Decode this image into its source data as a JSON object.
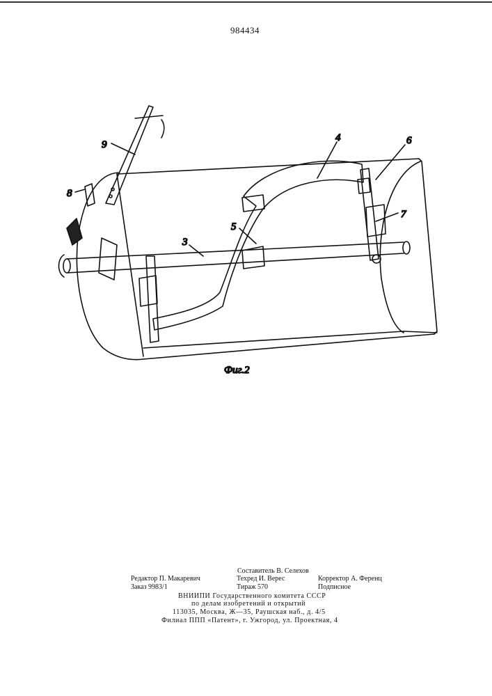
{
  "patent_number": "984434",
  "figure": {
    "caption": "Фиг.2",
    "callouts": [
      "9",
      "8",
      "4",
      "6",
      "7",
      "5",
      "3"
    ]
  },
  "imprint": {
    "compiler": "Составитель В. Селехов",
    "editor": "Редактор П. Макаревич",
    "techred": "Техред И. Верес",
    "corrector": "Корректор А. Ференц",
    "order": "Заказ 9983/1",
    "circulation": "Тираж 570",
    "subscription": "Подписное",
    "org_line1": "ВНИИПИ Государственного комитета СССР",
    "org_line2": "по делам изобретений и открытий",
    "address": "113035, Москва, Ж—35, Раушская наб., д. 4/5",
    "branch": "Филиал ППП «Патент», г. Ужгород, ул. Проектная, 4"
  }
}
